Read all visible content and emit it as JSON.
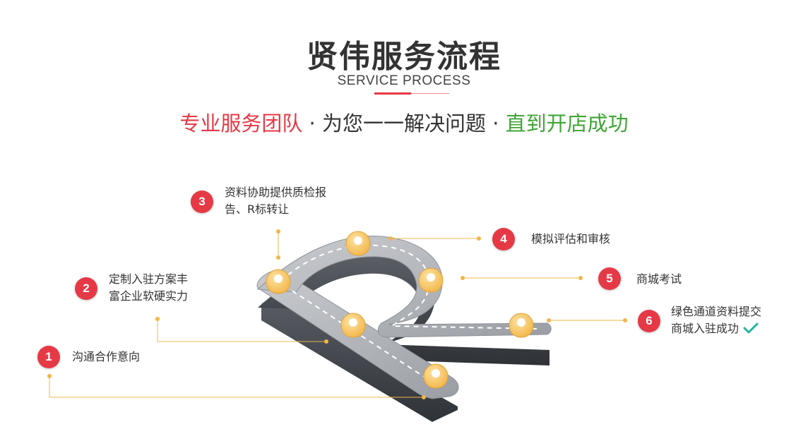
{
  "header": {
    "title": "贤伟服务流程",
    "subtitle": "SERVICE PROCESS"
  },
  "slogan": {
    "part1": "专业服务团队",
    "dot": "·",
    "part2": "为您一一解决问题",
    "part3": "直到开店成功"
  },
  "steps": [
    {
      "num": "1",
      "lines": [
        "沟通合作意向"
      ]
    },
    {
      "num": "2",
      "lines": [
        "定制入驻方案丰",
        "富企业软硬实力"
      ]
    },
    {
      "num": "3",
      "lines": [
        "资料协助提供质检报",
        "告、R标转让"
      ]
    },
    {
      "num": "4",
      "lines": [
        "模拟评估和审核"
      ]
    },
    {
      "num": "5",
      "lines": [
        "商城考试"
      ]
    },
    {
      "num": "6",
      "lines": [
        "绿色通道资料提交",
        "商城入驻成功"
      ]
    }
  ],
  "colors": {
    "accent_red": "#e63946",
    "slogan_green": "#3fa535",
    "connector_gold": "#f0b648",
    "check_teal": "#1fb5a0"
  },
  "icons": {
    "completion": "check-icon",
    "marker": "map-pin-icon"
  }
}
